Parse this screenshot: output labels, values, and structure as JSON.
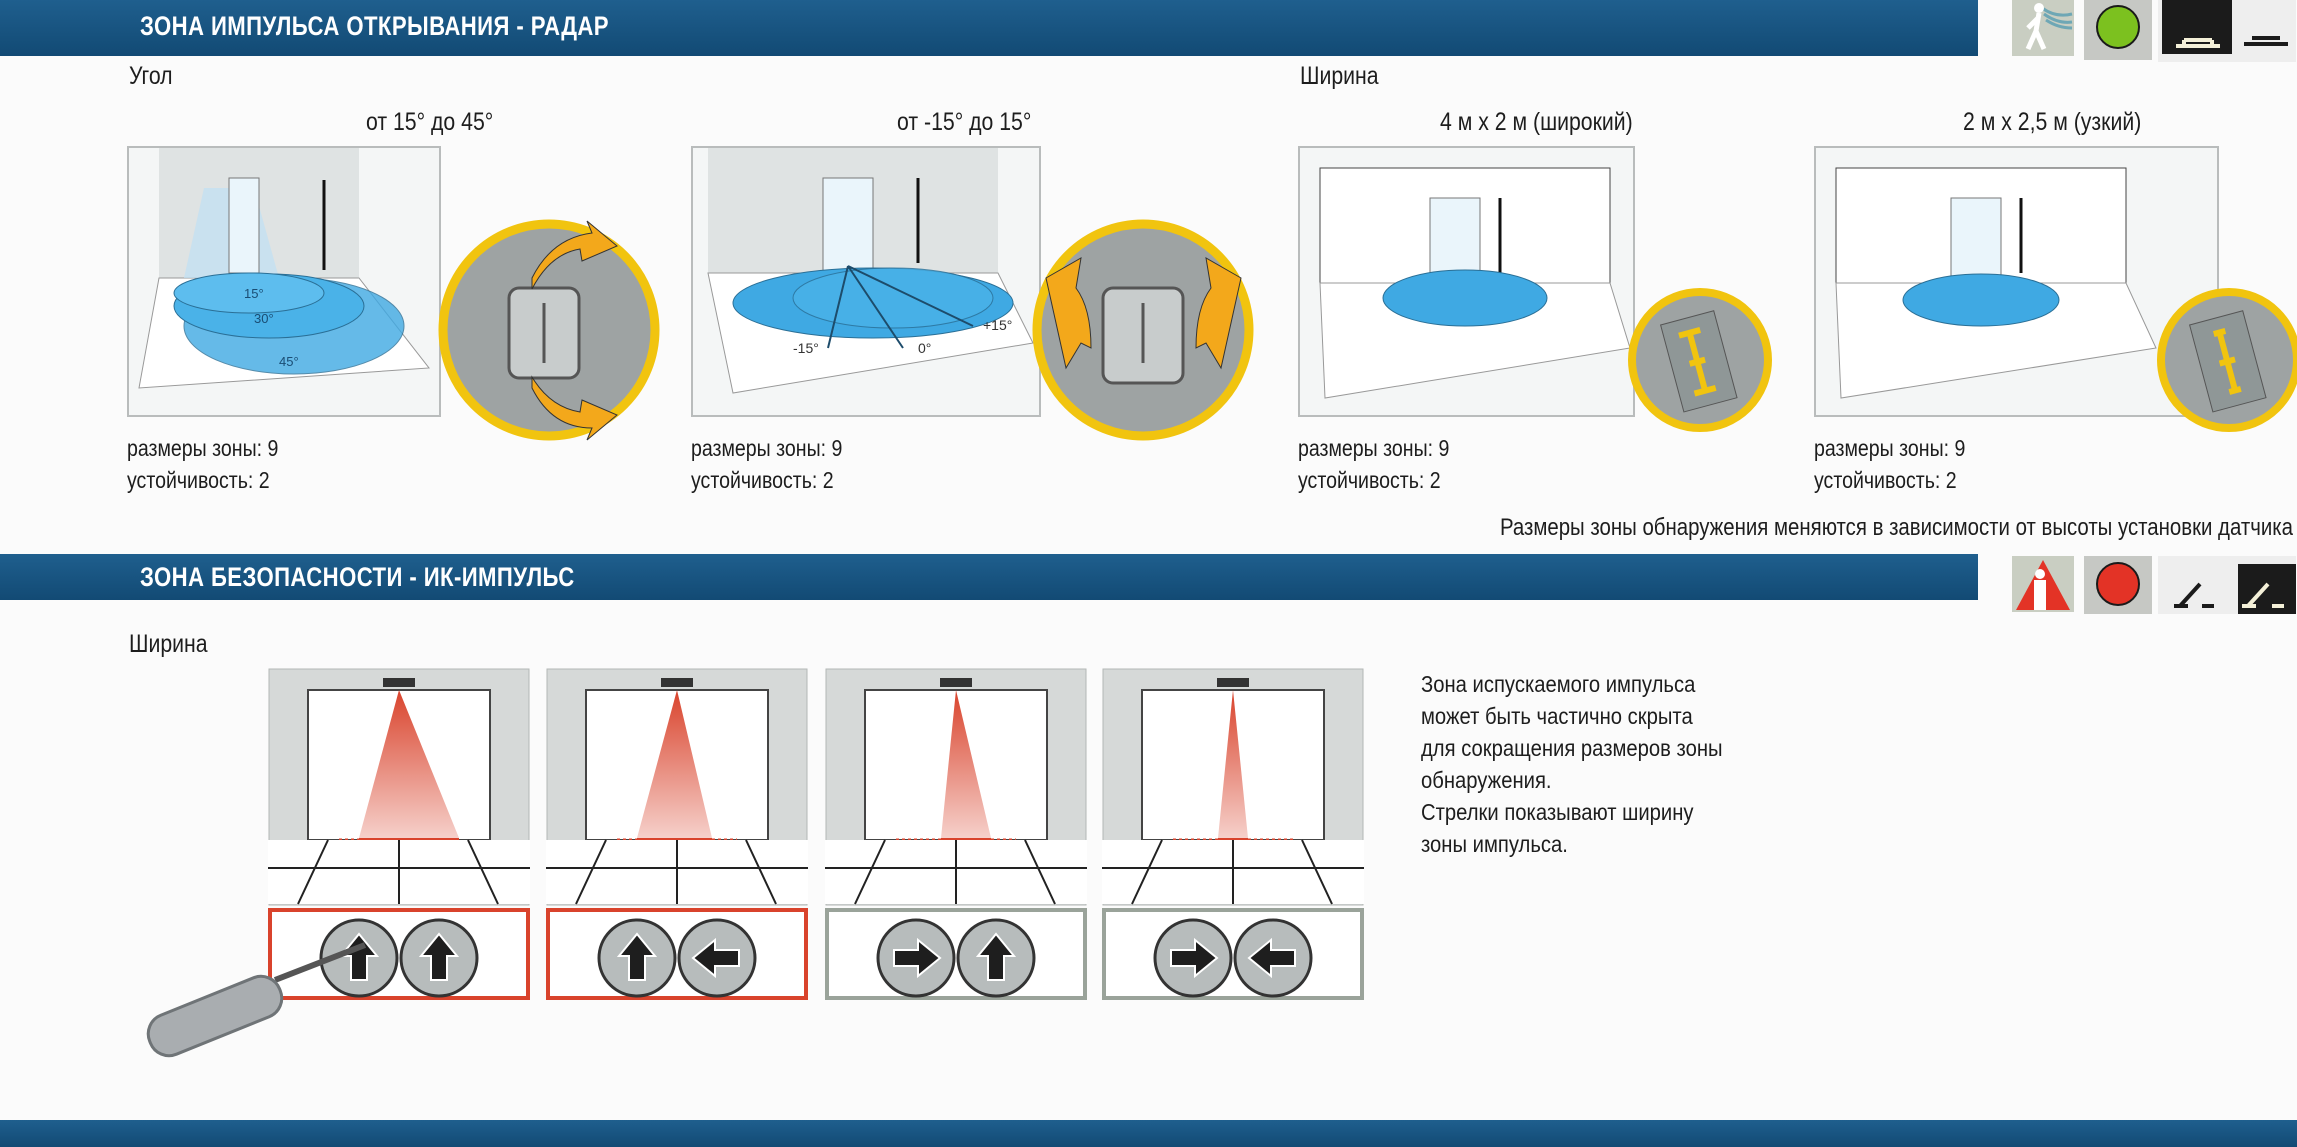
{
  "radar_section": {
    "title": "ЗОНА ИМПУЛЬСА ОТКРЫВАНИЯ - РАДАР",
    "angle_label": "Угол",
    "width_label": "Ширина",
    "panels": [
      {
        "subtitle": "от 15° до 45°",
        "zone_size": "размеры зоны: 9",
        "stability": "устойчивость: 2",
        "angles": [
          "15°",
          "30°",
          "45°"
        ]
      },
      {
        "subtitle": "от -15° до 15°",
        "zone_size": "размеры зоны: 9",
        "stability": "устойчивость: 2",
        "angles": [
          "-15°",
          "0°",
          "+15°"
        ]
      },
      {
        "subtitle": "4 м х 2 м  (широкий)",
        "zone_size": "размеры зоны: 9",
        "stability": "устойчивость: 2"
      },
      {
        "subtitle": "2 м х 2,5 м (узкий)",
        "zone_size": "размеры зоны: 9",
        "stability": "устойчивость: 2"
      }
    ],
    "note": "Размеры зоны обнаружения меняются в зависимости от высоты установки датчика",
    "status_color": "#7cc11f"
  },
  "ir_section": {
    "title": "ЗОНА БЕЗОПАСНОСТИ - ИК-ИМПУЛЬС",
    "width_label": "Ширина",
    "description": [
      "Зона испускаемого импульса",
      "может быть частично скрыта",
      "для сокращения размеров зоны",
      "обнаружения.",
      "Стрелки показывают ширину",
      "зоны импульса."
    ],
    "settings": [
      {
        "left_arrow": "up",
        "right_arrow": "up",
        "highlighted": true
      },
      {
        "left_arrow": "up",
        "right_arrow": "left",
        "highlighted": true
      },
      {
        "left_arrow": "right",
        "right_arrow": "up",
        "highlighted": false
      },
      {
        "left_arrow": "right",
        "right_arrow": "left",
        "highlighted": false
      }
    ],
    "status_color": "#e33326"
  },
  "colors": {
    "band": "#1a5783",
    "zone_blue": "#2c9fe0",
    "ir_red": "#d9432c",
    "knob_yellow": "#f1c40f"
  }
}
